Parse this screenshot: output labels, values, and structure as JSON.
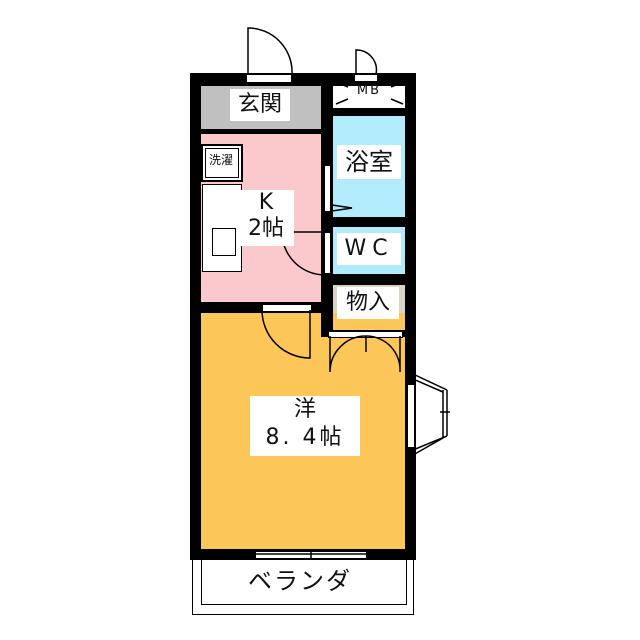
{
  "floorplan": {
    "colors": {
      "wall": "#000000",
      "entrance": "#c0c0c0",
      "kitchen": "#fbc8cc",
      "bath": "#b2ebfb",
      "wc": "#b2ebfb",
      "storage": "#d8d4c6",
      "western_room": "#fdc659",
      "balcony": "#ffffff"
    },
    "rooms": {
      "entrance": {
        "label": "玄関"
      },
      "meter_box": {
        "label": "MB"
      },
      "washer": {
        "label": "洗濯"
      },
      "kitchen": {
        "label": "K",
        "size": "2帖"
      },
      "bath": {
        "label": "浴室"
      },
      "wc": {
        "label": "WC"
      },
      "storage": {
        "label": "物入"
      },
      "western_room": {
        "label": "洋",
        "size": "8. 4帖"
      },
      "balcony": {
        "label": "ベランダ"
      }
    }
  }
}
